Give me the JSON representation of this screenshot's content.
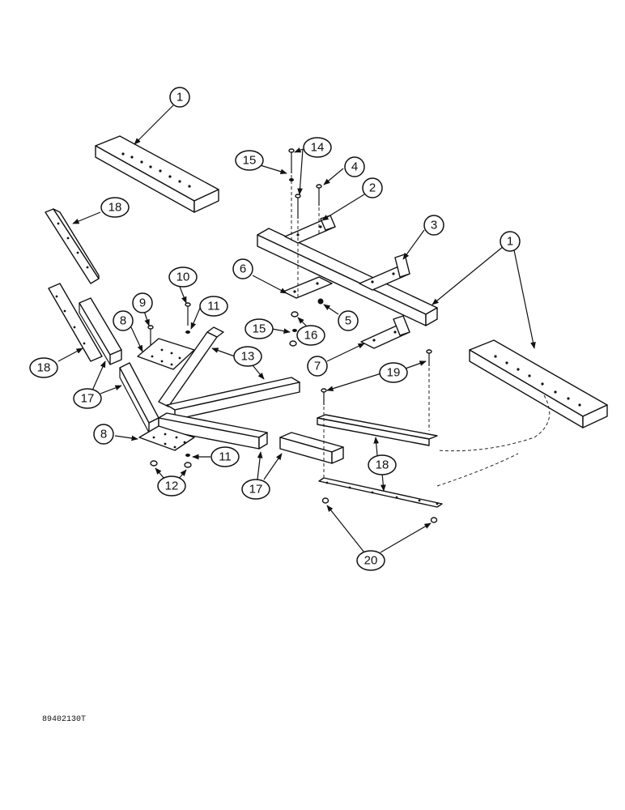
{
  "callouts": {
    "c1a": "1",
    "c1b": "1",
    "c2": "2",
    "c3": "3",
    "c4": "4",
    "c5": "5",
    "c6": "6",
    "c7": "7",
    "c8a": "8",
    "c8b": "8",
    "c9": "9",
    "c10": "10",
    "c11a": "11",
    "c11b": "11",
    "c12": "12",
    "c13": "13",
    "c14": "14",
    "c15a": "15",
    "c15b": "15",
    "c16": "16",
    "c17a": "17",
    "c17b": "17",
    "c18a": "18",
    "c18b": "18",
    "c18c": "18",
    "c19": "19",
    "c20": "20"
  },
  "figure_code": "89402130T"
}
